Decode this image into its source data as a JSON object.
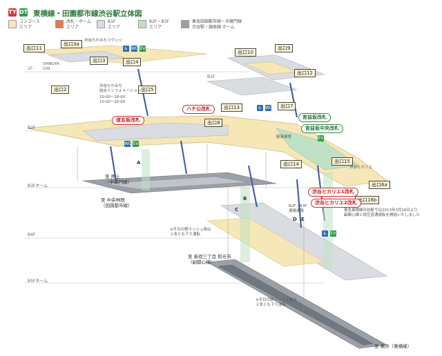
{
  "header": {
    "title": "東横線・田園都市線渋谷駅立体図",
    "logo_letters": [
      "TY",
      "DT"
    ],
    "logo_colors": [
      "#d7373a",
      "#2d9a45"
    ]
  },
  "legend": [
    {
      "label": "コンコース\nエリア",
      "color": "#f6e7b7"
    },
    {
      "label": "改札・ホーム\nエリア",
      "color": "#e9784f"
    },
    {
      "label": "B1F\nエリア",
      "color": "#d9dde2"
    },
    {
      "label": "B2F・B3F\nエリア",
      "color": "#bfe1c5"
    },
    {
      "label": "東急田園都市線・半蔵門線\n渋谷駅・銀座線 ホーム",
      "color": "#9aa0a8"
    }
  ],
  "levels": {
    "f1": "1F",
    "b1": "B1F",
    "b2": "B2F",
    "b3home": "B3Fホーム",
    "b4": "B4F",
    "b5home": "B5Fホーム"
  },
  "exits": [
    {
      "id": "exit-11",
      "label": "出口11"
    },
    {
      "id": "exit-3a",
      "label": "出口3a"
    },
    {
      "id": "exit-3",
      "label": "出口3"
    },
    {
      "id": "exit-4",
      "label": "出口4"
    },
    {
      "id": "exit-2",
      "label": "出口2"
    },
    {
      "id": "exit-5",
      "label": "出口5"
    },
    {
      "id": "exit-10",
      "label": "出口10"
    },
    {
      "id": "exit-9",
      "label": "出口9"
    },
    {
      "id": "exit-12",
      "label": "出口12"
    },
    {
      "id": "exit-13",
      "label": "出口13"
    },
    {
      "id": "exit-8",
      "label": "出口8"
    },
    {
      "id": "exit-7",
      "label": "出口7"
    },
    {
      "id": "exit-14",
      "label": "出口14"
    },
    {
      "id": "exit-15",
      "label": "出口15"
    },
    {
      "id": "exit-6a",
      "label": "出口6a"
    },
    {
      "id": "exit-16b",
      "label": "出口16b"
    }
  ],
  "gates": [
    {
      "id": "gate-hachiko",
      "label": "ハチ公改札"
    },
    {
      "id": "gate-dogenzaka",
      "label": "道玄坂改札"
    },
    {
      "id": "gate-miyamasuzaka",
      "label": "宮益坂改札"
    },
    {
      "id": "gate-miyamasuzaka-central",
      "label": "宮益坂中央改札"
    },
    {
      "id": "gate-hikarie-1",
      "label": "渋谷ヒカリエ1改札"
    },
    {
      "id": "gate-hikarie-2",
      "label": "渋谷ヒカリエ2改札"
    }
  ],
  "notes": {
    "shibuya_mark_city": "SHIBUYA\n109",
    "lounge": "渋谷ちかみちラウンジ",
    "info": "渋谷ちかみち\n総合インフォメーション",
    "info_hours": "10:00～18:00\n10:00～20:00",
    "b2_hikarie": "渋谷ヒカリエ",
    "b2_shops": "B2F・B3F\n連絡通路",
    "elevator_note": "エレベーター",
    "station_office": "駅事務室",
    "escalator_b4": "※平日の朝ラッシュ時は\n２本とも下り運転",
    "escalator_b5": "※平日の朝ラッシュ時は\n２本とも下り運転",
    "hikarie_note": "東急東横線渋谷駅では2013年3月16日より\n副都心線と相互直通運転を開始いたしました"
  },
  "bounds": {
    "oshiage": "至 押上\n（半蔵門線）",
    "chuo_rinkan": "至 中央林間\n（田園都市線）",
    "shinjuku_sanchome": "至 新宿三丁目 和光市\n（副都心線）",
    "yokohama": "至 横浜（東横線）"
  },
  "letters": [
    "A",
    "B",
    "C",
    "D",
    "E"
  ],
  "facility_icons": [
    {
      "name": "restroom-icon",
      "color": "#2f6fb3",
      "glyph": "♿"
    },
    {
      "name": "toilet-icon",
      "color": "#2f6fb3",
      "glyph": "WC"
    },
    {
      "name": "elevator-icon",
      "color": "#2d9a45",
      "glyph": "EV"
    }
  ]
}
